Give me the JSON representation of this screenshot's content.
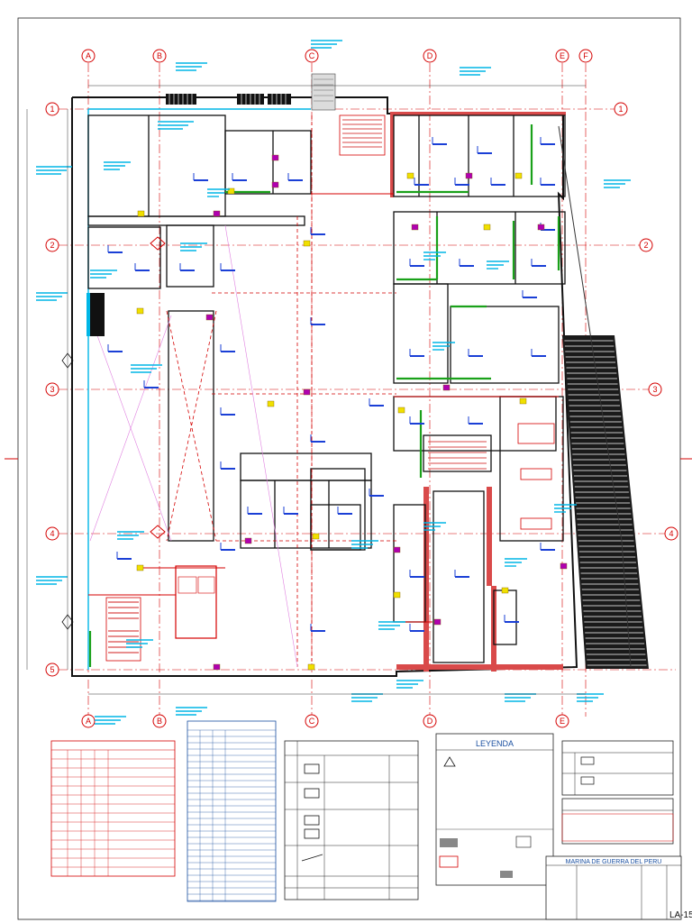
{
  "grid": {
    "columns": [
      "A",
      "B",
      "C",
      "D",
      "E",
      "F"
    ],
    "rows": [
      "1",
      "2",
      "3",
      "4",
      "5"
    ]
  },
  "legend": {
    "title": "LEYENDA"
  },
  "title_block": {
    "sheet_number": "LA-15",
    "project": "MARINA DE GUERRA DEL PERU"
  },
  "colors": {
    "grid_red": "#d40000",
    "annotation_cyan": "#00b6e6",
    "door_blue": "#1a3fd6",
    "wall_green": "#1aa11a",
    "magenta_tag": "#b000b0",
    "yellow_marker": "#f0e000",
    "wall_black": "#111111"
  }
}
